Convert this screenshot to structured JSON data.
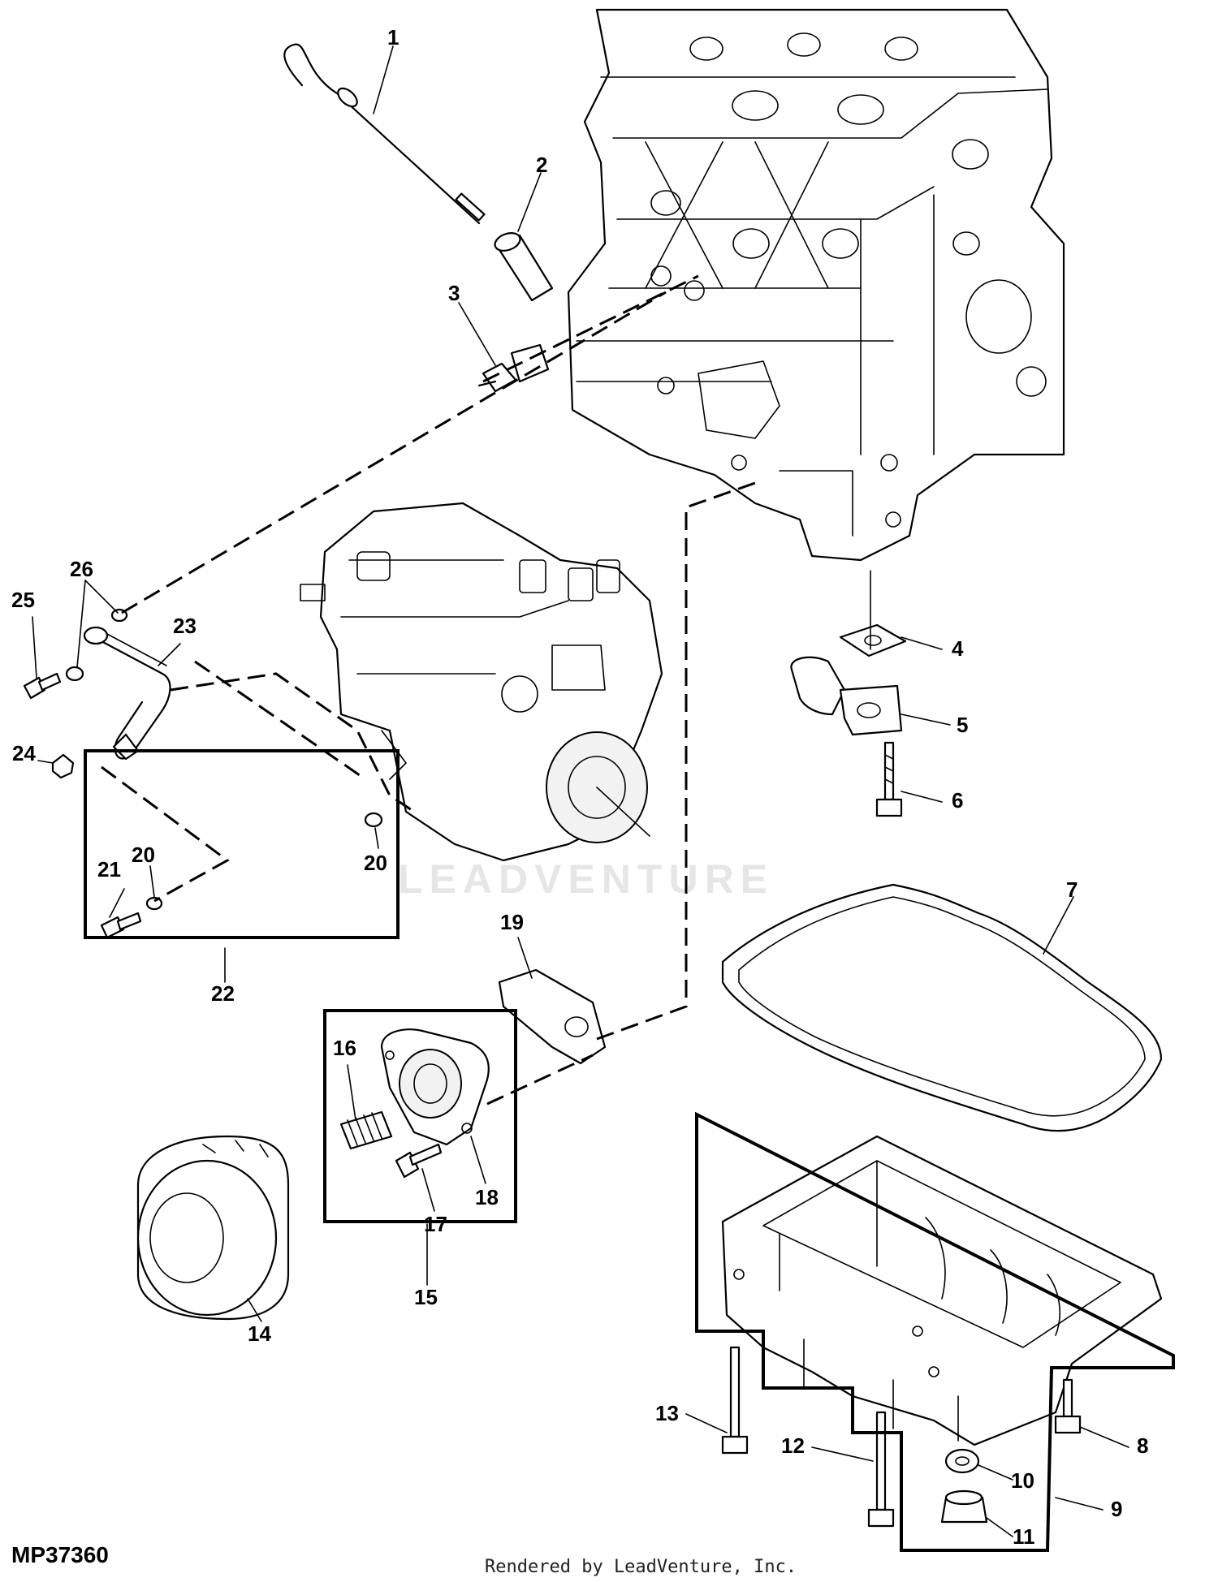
{
  "diagram": {
    "identifier": "MP37360",
    "credit": "Rendered by LeadVenture, Inc.",
    "watermark": "LEADVENTURE",
    "callouts": [
      "1",
      "2",
      "3",
      "4",
      "5",
      "6",
      "7",
      "8",
      "9",
      "10",
      "11",
      "12",
      "13",
      "14",
      "15",
      "16",
      "17",
      "18",
      "19",
      "20",
      "20",
      "21",
      "22",
      "23",
      "24",
      "25",
      "26"
    ]
  }
}
